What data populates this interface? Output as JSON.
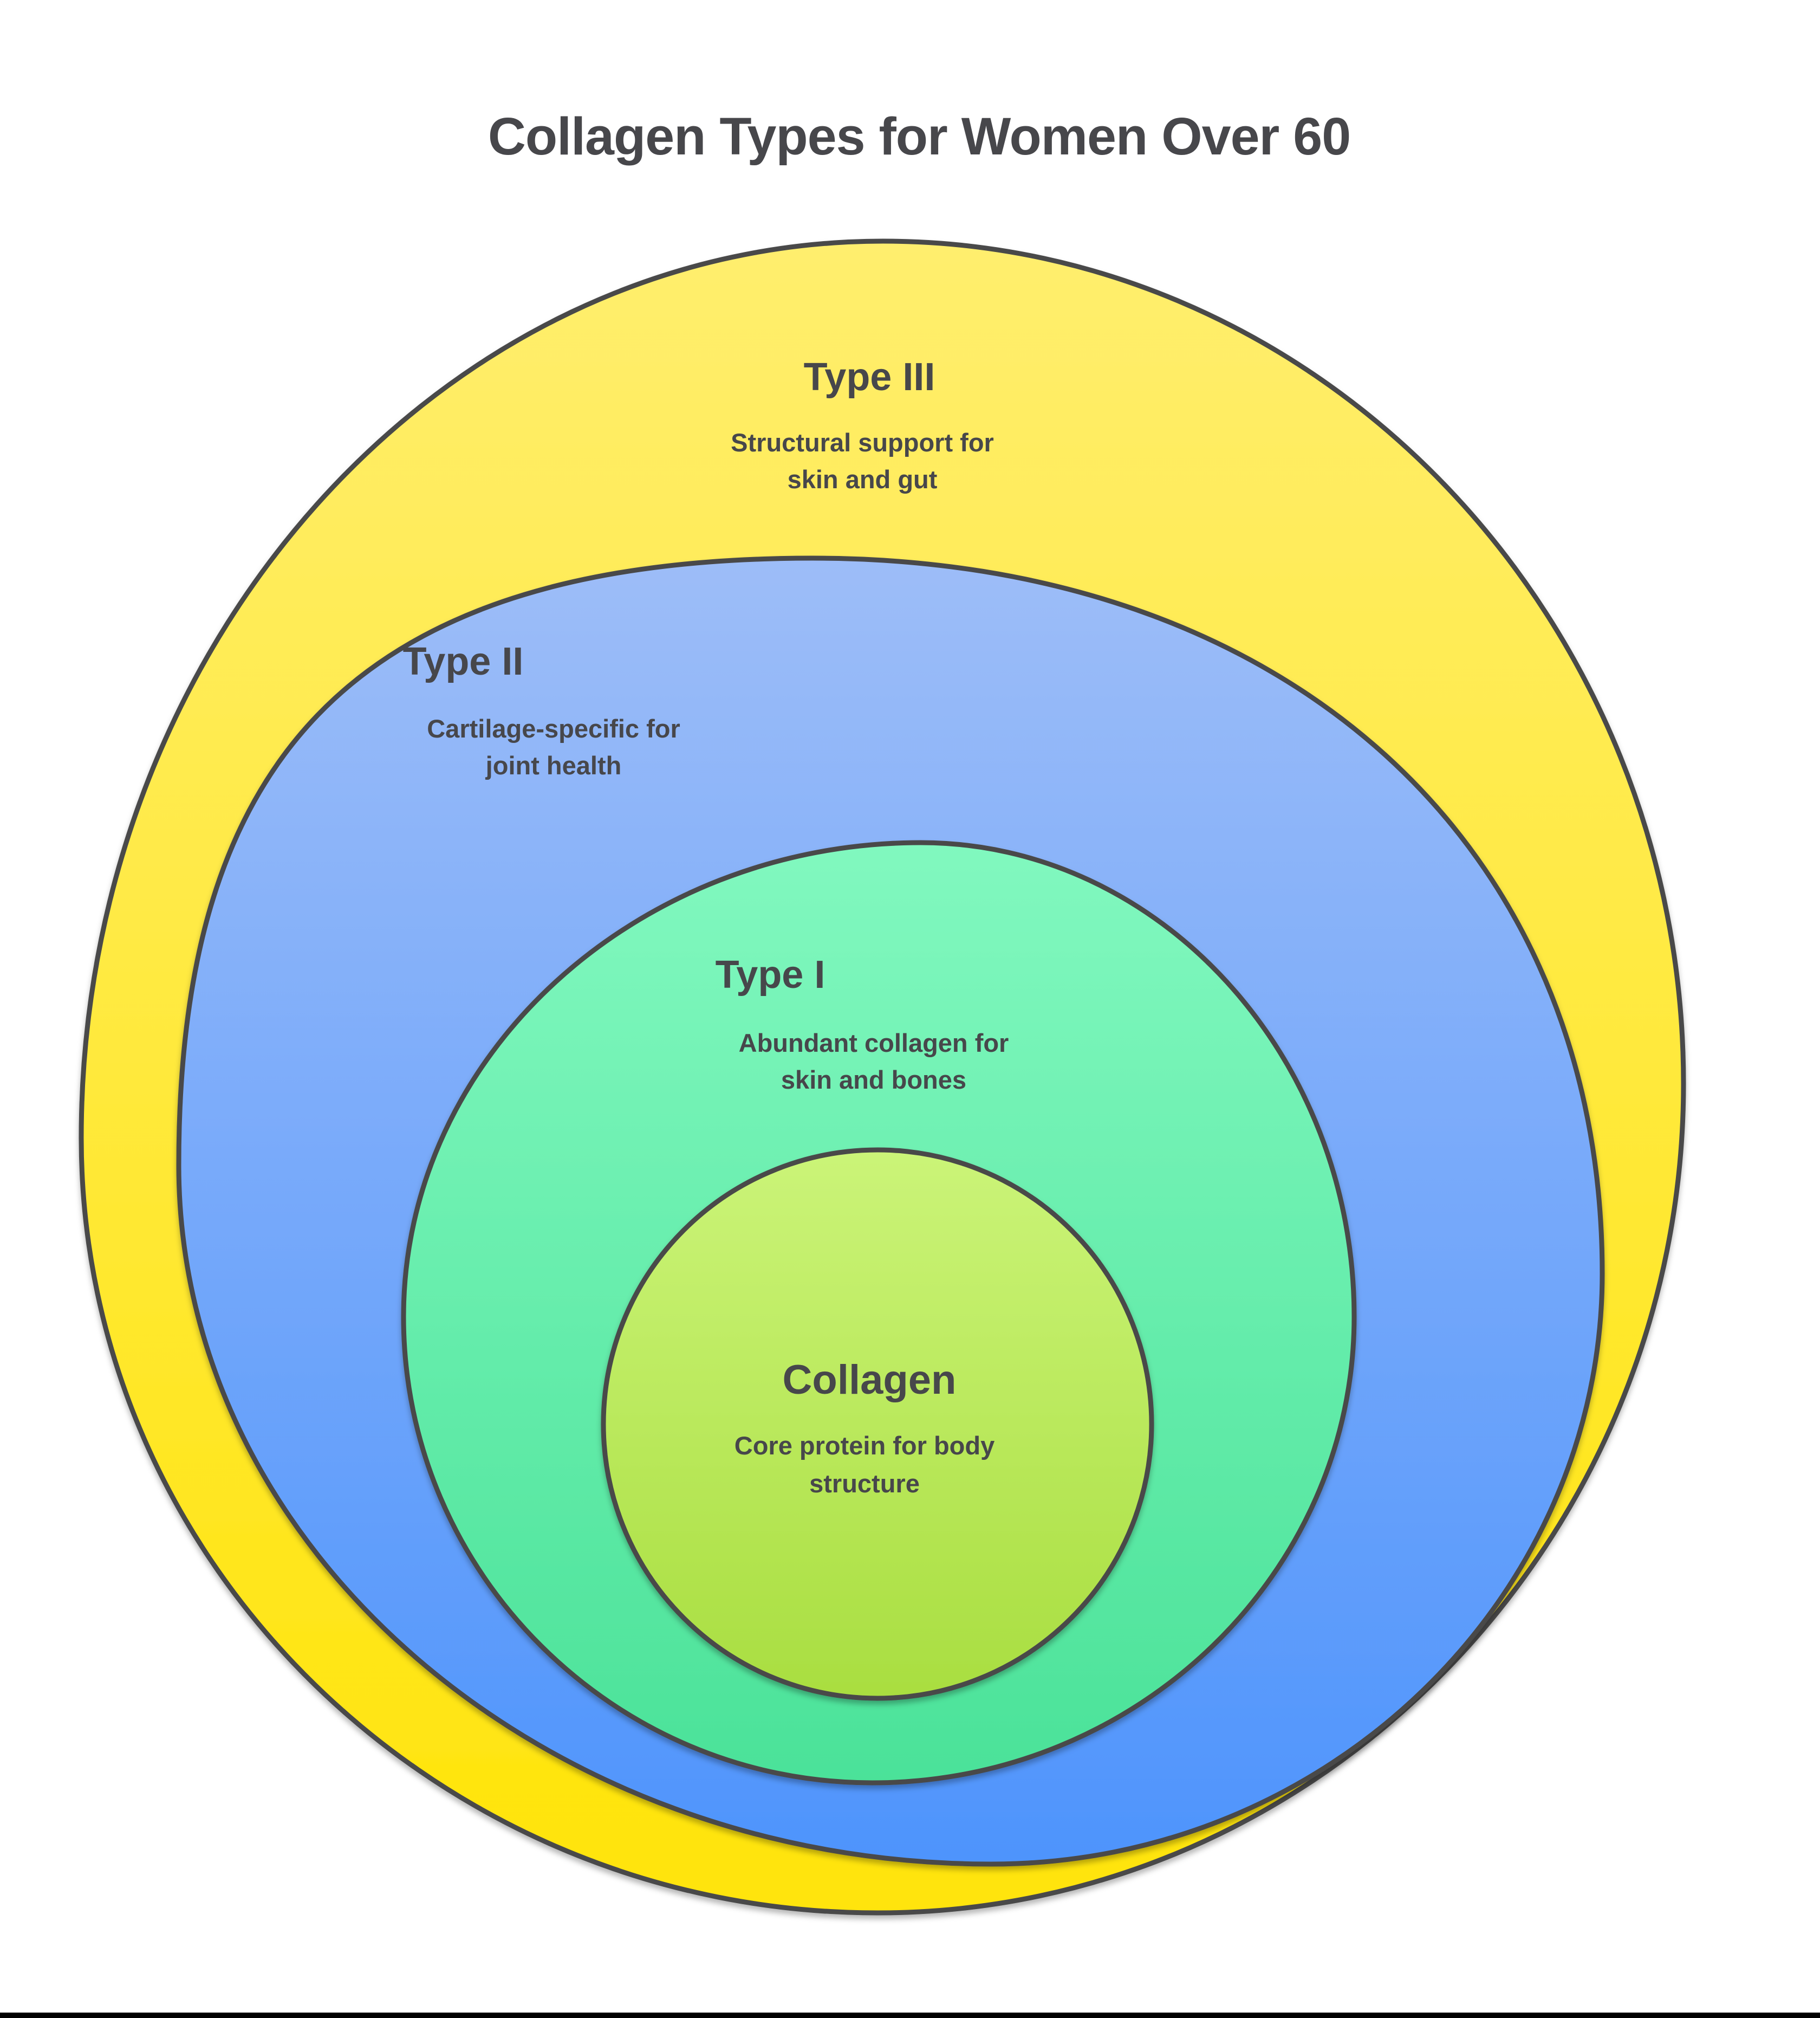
{
  "title": "Collagen Types for Women Over 60",
  "rings": [
    {
      "name": "Type III",
      "description_line1": "Structural support for",
      "description_line2": "skin and gut",
      "color_top": "#FFEE6E",
      "color_bottom": "#FFE408"
    },
    {
      "name": "Type II",
      "description_line1": "Cartilage-specific for",
      "description_line2": "joint health",
      "color_top": "#9DBDF8",
      "color_bottom": "#4E94FC"
    },
    {
      "name": "Type I",
      "description_line1": "Abundant collagen for",
      "description_line2": "skin and bones",
      "color_top": "#81F8BF",
      "color_bottom": "#4BE299"
    },
    {
      "name": "Collagen",
      "description_line1": "Core protein for body",
      "description_line2": "structure",
      "color_top": "#CBF478",
      "color_bottom": "#A9DE40"
    }
  ],
  "style": {
    "outline_color": "#4A4A4A",
    "text_color": "#47474B",
    "background_color": "#FFFFFF",
    "footer_bar_color": "#000000"
  }
}
